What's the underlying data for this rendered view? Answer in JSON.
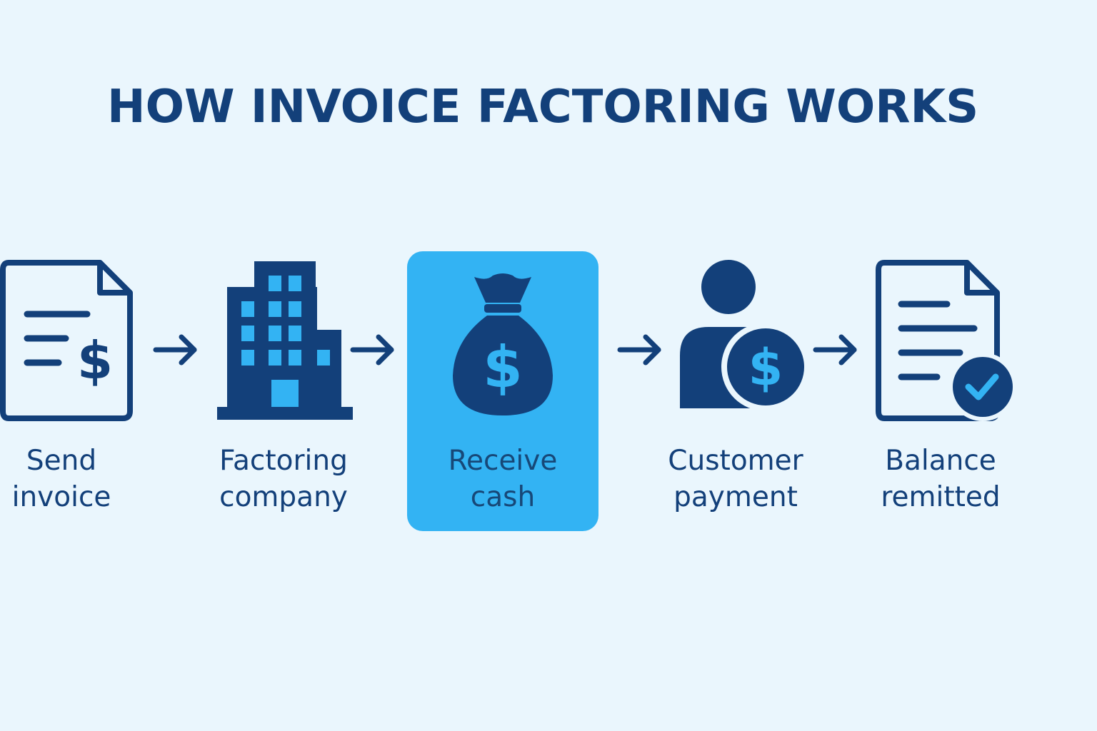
{
  "title": "HOW INVOICE FACTORING WORKS",
  "colors": {
    "background": "#EAF6FD",
    "primary_dark": "#13407A",
    "accent": "#33B3F3",
    "highlight_text": "#174878"
  },
  "steps": [
    {
      "icon": "invoice-dollar-icon",
      "line1": "Send",
      "line2": "invoice",
      "highlighted": false
    },
    {
      "icon": "office-building-icon",
      "line1": "Factoring",
      "line2": "company",
      "highlighted": false
    },
    {
      "icon": "money-bag-icon",
      "line1": "Receive",
      "line2": "cash",
      "highlighted": true
    },
    {
      "icon": "person-coin-icon",
      "line1": "Customer",
      "line2": "payment",
      "highlighted": false
    },
    {
      "icon": "document-check-icon",
      "line1": "Balance",
      "line2": "remitted",
      "highlighted": false
    }
  ],
  "connectors": [
    "arrow-right-icon",
    "arrow-right-icon",
    "arrow-right-icon",
    "arrow-right-icon"
  ]
}
